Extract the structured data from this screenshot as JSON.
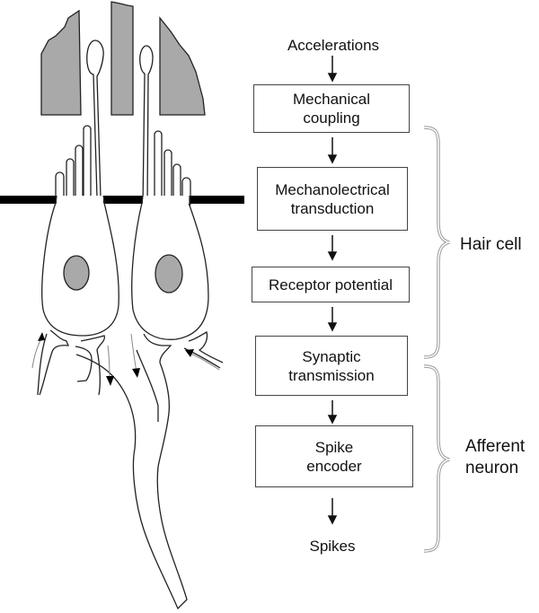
{
  "figure": {
    "flow": {
      "input": "Accelerations",
      "stages": [
        {
          "label_line1": "Mechanical",
          "label_line2": "coupling"
        },
        {
          "label_line1": "Mechanolectrical",
          "label_line2": "transduction"
        },
        {
          "label_line1": "Receptor potential",
          "label_line2": ""
        },
        {
          "label_line1": "Synaptic",
          "label_line2": "transmission"
        },
        {
          "label_line1": "Spike",
          "label_line2": "encoder"
        }
      ],
      "output": "Spikes"
    },
    "groups": [
      {
        "label_line1": "Hair cell",
        "label_line2": ""
      },
      {
        "label_line1": "Afferent",
        "label_line2": "neuron"
      }
    ],
    "colors": {
      "fill_gray": "#a9a9a9",
      "outline": "#222222",
      "brace": "#9a9a9a",
      "membrane": "#000000"
    }
  }
}
